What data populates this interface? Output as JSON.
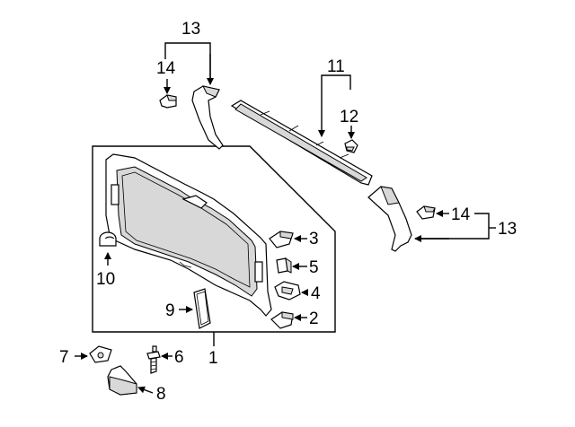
{
  "callouts": {
    "c1": "1",
    "c2": "2",
    "c3": "3",
    "c4": "4",
    "c5": "5",
    "c6": "6",
    "c7": "7",
    "c8": "8",
    "c9": "9",
    "c10": "10",
    "c11": "11",
    "c12": "12",
    "c13_top": "13",
    "c13_right": "13",
    "c14_top": "14",
    "c14_right": "14"
  }
}
